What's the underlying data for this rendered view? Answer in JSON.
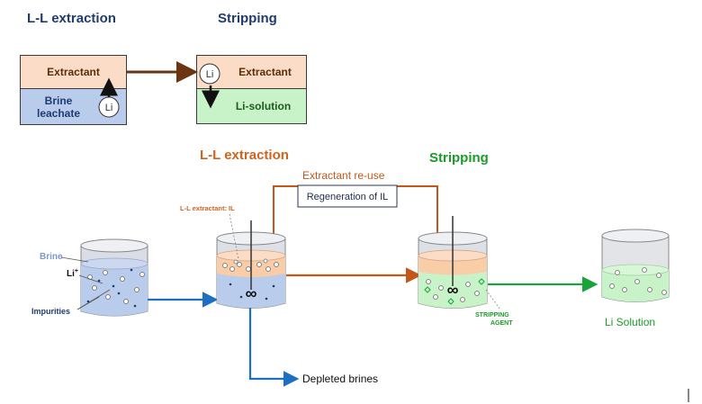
{
  "top": {
    "extraction_title": "L-L extraction",
    "stripping_title": "Stripping",
    "left_extractant": "Extractant",
    "brine_line1": "Brine",
    "brine_line2": "leachate",
    "li_ion": "Li",
    "right_extractant": "Extractant",
    "li_solution": "Li-solution"
  },
  "process": {
    "extraction_title": "L-L extraction",
    "stripping_title": "Stripping",
    "reuse_label": "Extractant re-use",
    "regeneration_label": "Regeneration of IL",
    "extractant_label": "L-L extractant: IL",
    "brine_label": "Brine",
    "li_label": "Li",
    "li_sup": "+",
    "impurities_label": "Impurities",
    "stripping_agent_line1": "STRIPPING",
    "stripping_agent_line2": "AGENT",
    "li_solution_label": "Li Solution",
    "depleted_label": "Depleted brines"
  },
  "colors": {
    "navy": "#1f3b70",
    "extractant_fill": "#fbdcc6",
    "brine_fill": "#b9ccec",
    "stripping_fill": "#c8f2c8",
    "orange_arrow": "#c4561a",
    "blue_arrow": "#1e6fc4",
    "green_arrow": "#1aa33a",
    "green_text": "#1c9a2a",
    "orange_text": "#d0641e"
  }
}
